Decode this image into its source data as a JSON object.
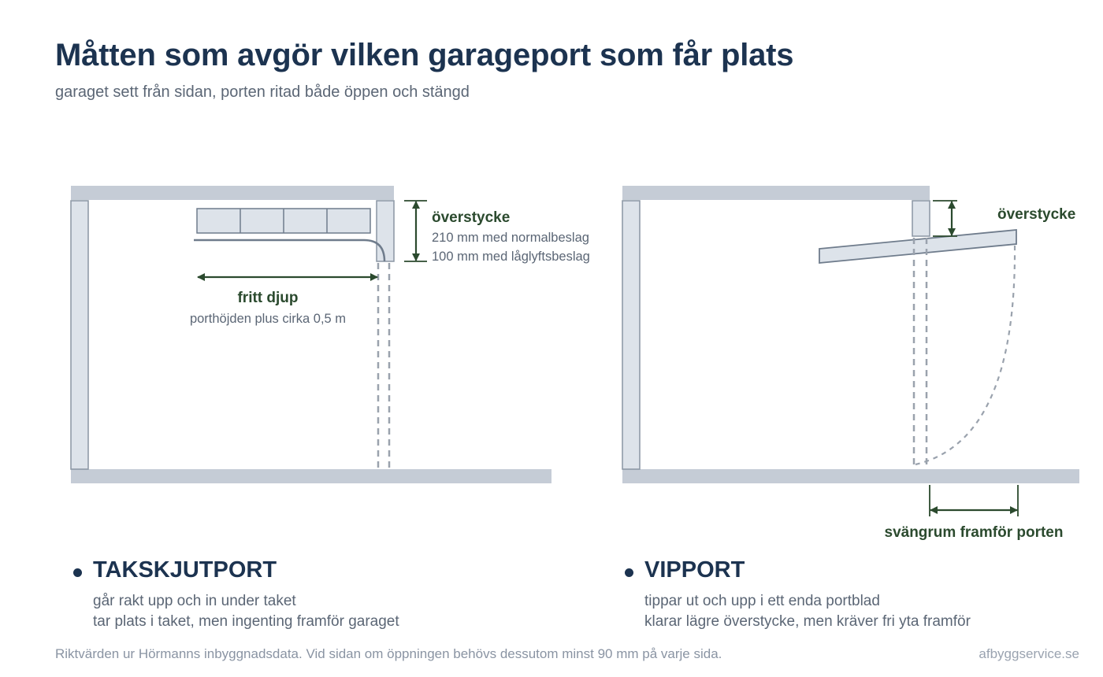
{
  "header": {
    "title": "Måtten som avgör vilken garageport som får plats",
    "subtitle": "garaget sett från sidan, porten ritad både öppen och stängd"
  },
  "left_diagram": {
    "header_label": "överstycke",
    "header_line1": "210 mm med normalbeslag",
    "header_line2": "100 mm med låglyftsbeslag",
    "depth_label": "fritt djup",
    "depth_note": "porthöjden plus cirka 0,5 m"
  },
  "right_diagram": {
    "header_label": "överstycke",
    "swing_label": "svängrum framför porten"
  },
  "sections": {
    "left": {
      "heading": "TAKSKJUTPORT",
      "line1": "går rakt upp och in under taket",
      "line2": "tar plats i taket, men ingenting framför garaget"
    },
    "right": {
      "heading": "VIPPORT",
      "line1": "tippar ut och upp i ett enda portblad",
      "line2": "klarar lägre överstycke, men kräver fri yta framför"
    }
  },
  "footer": {
    "note": "Riktvärden ur Hörmanns inbyggnadsdata. Vid sidan om öppningen behövs dessutom minst 90 mm på varje sida.",
    "brand": "afbyggservice.se"
  },
  "colors": {
    "title": "#1c3350",
    "dimension_green": "#2b4a2e",
    "structure_fill": "#c5ccd6",
    "wall_fill": "#dde3ea",
    "outline": "#6f7c8c",
    "dashed": "#9aa2ad"
  }
}
